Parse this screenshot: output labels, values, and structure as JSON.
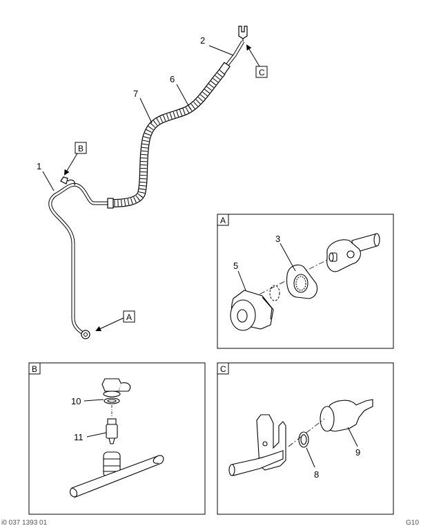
{
  "callouts": {
    "c1": "1",
    "c2": "2",
    "c3": "3",
    "c5": "5",
    "c6": "6",
    "c7": "7",
    "c8": "8",
    "c9": "9",
    "c10": "10",
    "c11": "11"
  },
  "view_tags": {
    "A": "A",
    "B": "B",
    "C": "C"
  },
  "panels": {
    "A": {
      "label": "A"
    },
    "B": {
      "label": "B"
    },
    "C": {
      "label": "C"
    }
  },
  "footer": {
    "left": "i0 037 1393 01",
    "right": "G10"
  }
}
